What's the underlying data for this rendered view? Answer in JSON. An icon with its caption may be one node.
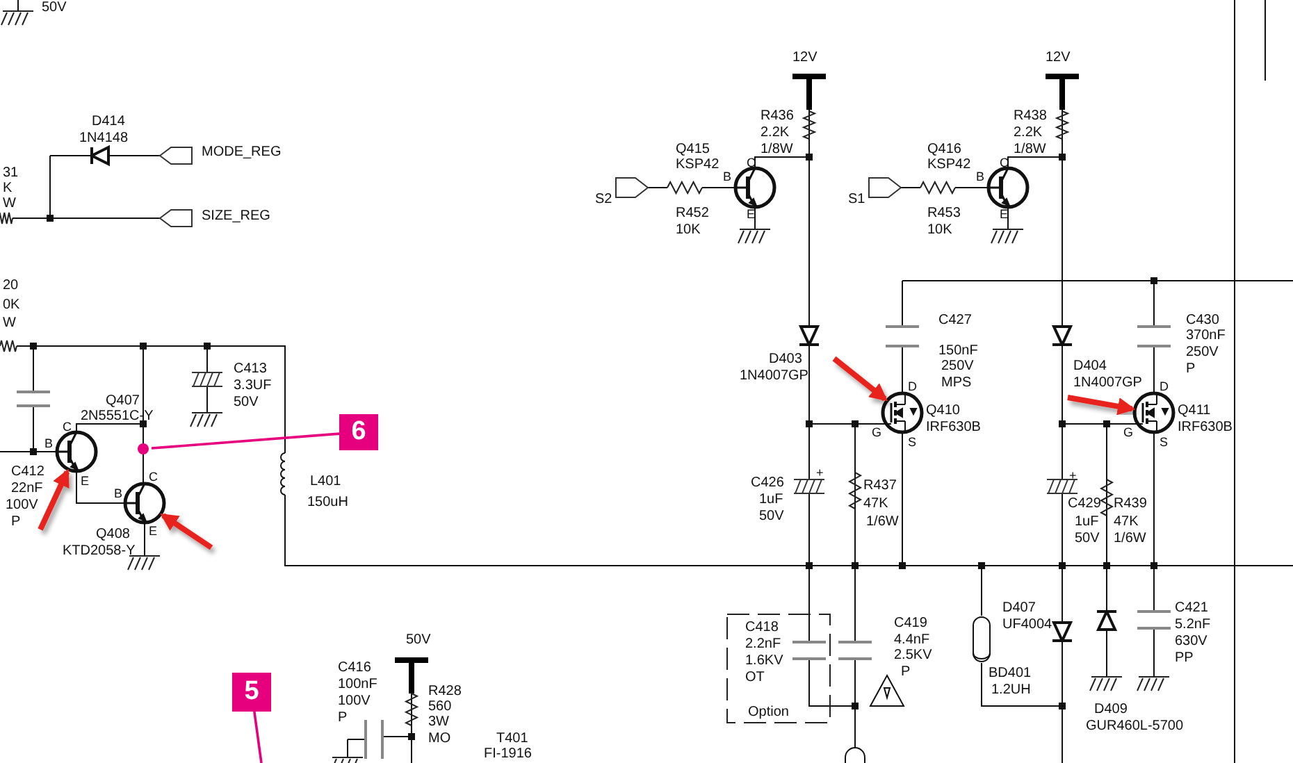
{
  "diagram": {
    "nodes": [
      {
        "text": [
          "6"
        ]
      },
      {
        "text": [],
        "shape": "circle"
      },
      {
        "text": [
          "5"
        ]
      },
      {
        "text": [],
        "shape": "circle"
      },
      {
        "text": [],
        "shape": "circle"
      },
      {
        "text": [],
        "shape": "circle"
      },
      {
        "text": [],
        "shape": "circle"
      }
    ],
    "edges": [
      {
        "from": 0,
        "to": 1,
        "arrow": "none",
        "color": "#e6007e"
      },
      {
        "from": 2,
        "to": null,
        "arrow": "none",
        "color": "#e6007e"
      },
      {
        "from": null,
        "to": 3,
        "arrow": "to"
      },
      {
        "from": null,
        "to": 4,
        "arrow": "to"
      },
      {
        "from": null,
        "to": 5,
        "arrow": "to"
      },
      {
        "from": null,
        "to": 6,
        "arrow": "to"
      }
    ],
    "labels": [
      "50V",
      "D414",
      "1N4148",
      "MODE_REG",
      "31",
      "K",
      "W",
      "SIZE_REG",
      "20",
      "0K",
      "W",
      "C413",
      "3.3UF",
      "50V",
      "Q407",
      "2N5551C-Y",
      "C",
      "B",
      "E",
      "C412",
      "22nF",
      "100V",
      "P",
      "C",
      "B",
      "E",
      "L401",
      "150uH",
      "Q408",
      "KTD2058-Y",
      "12V",
      "R436",
      "2.2K",
      "1/8W",
      "12V",
      "R438",
      "2.2K",
      "1/8W",
      "Q415",
      "KSP42",
      "C",
      "B",
      "E",
      "S2",
      "R452",
      "10K",
      "Q416",
      "KSP42",
      "C",
      "B",
      "E",
      "S1",
      "R453",
      "10K",
      "C427",
      "150nF",
      "250V",
      "MPS",
      "C430",
      "370nF",
      "250V",
      "P",
      "D403",
      "1N4007GP",
      "D404",
      "1N4007GP",
      "D",
      "Q410",
      "IRF630B",
      "G",
      "S",
      "D",
      "Q411",
      "IRF630B",
      "G",
      "S",
      "C426",
      "1uF",
      "50V",
      "+",
      "R437",
      "47K",
      "1/6W",
      "+",
      "C429",
      "1uF",
      "50V",
      "R439",
      "47K",
      "1/6W",
      "C418",
      "2.2nF",
      "1.6KV",
      "OT",
      "Option",
      "C419",
      "4.4nF",
      "2.5KV",
      "P",
      "D407",
      "UF4004",
      "BD401",
      "1.2UH",
      "C421",
      "5.2nF",
      "630V",
      "PP",
      "D409",
      "GUR460L-5700",
      "50V",
      "C416",
      "100nF",
      "100V",
      "P",
      "R428",
      "560",
      "3W",
      "MO",
      "T401",
      "FI-1916"
    ]
  }
}
